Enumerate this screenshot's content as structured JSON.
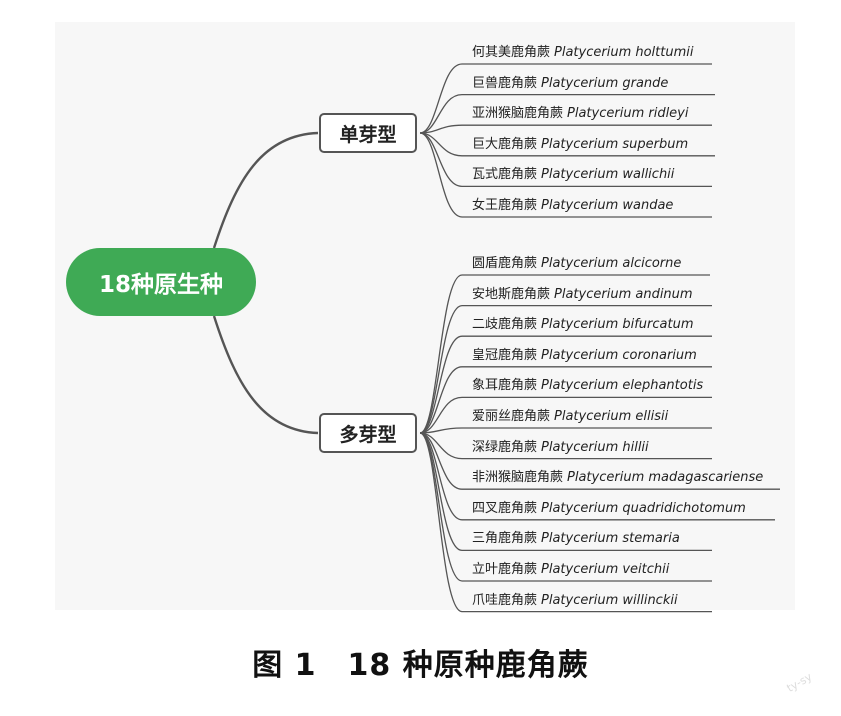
{
  "root": {
    "label": "18种原生种"
  },
  "branches": [
    {
      "label": "单芽型",
      "species": [
        {
          "cn": "何其美鹿角蕨",
          "latin": "Platycerium holttumii"
        },
        {
          "cn": "巨兽鹿角蕨",
          "latin": "Platycerium grande"
        },
        {
          "cn": "亚洲猴脑鹿角蕨",
          "latin": "Platycerium ridleyi"
        },
        {
          "cn": "巨大鹿角蕨",
          "latin": "Platycerium superbum"
        },
        {
          "cn": "瓦式鹿角蕨",
          "latin": "Platycerium wallichii"
        },
        {
          "cn": "女王鹿角蕨",
          "latin": "Platycerium wandae"
        }
      ]
    },
    {
      "label": "多芽型",
      "species": [
        {
          "cn": "圆盾鹿角蕨",
          "latin": "Platycerium alcicorne"
        },
        {
          "cn": "安地斯鹿角蕨",
          "latin": "Platycerium andinum"
        },
        {
          "cn": "二歧鹿角蕨",
          "latin": "Platycerium bifurcatum"
        },
        {
          "cn": "皇冠鹿角蕨",
          "latin": "Platycerium coronarium"
        },
        {
          "cn": "象耳鹿角蕨",
          "latin": "Platycerium elephantotis"
        },
        {
          "cn": "爱丽丝鹿角蕨",
          "latin": "Platycerium ellisii"
        },
        {
          "cn": "深绿鹿角蕨",
          "latin": "Platycerium hillii"
        },
        {
          "cn": "非洲猴脑鹿角蕨",
          "latin": "Platycerium madagascariense"
        },
        {
          "cn": "四叉鹿角蕨",
          "latin": "Platycerium quadridichotomum"
        },
        {
          "cn": "三角鹿角蕨",
          "latin": "Platycerium stemaria"
        },
        {
          "cn": "立叶鹿角蕨",
          "latin": "Platycerium veitchii"
        },
        {
          "cn": "爪哇鹿角蕨",
          "latin": "Platycerium willinckii"
        }
      ]
    }
  ],
  "caption": "图 1　18 种原种鹿角蕨",
  "watermark": "ty-sy",
  "colors": {
    "root_fill": "#3faa55",
    "line": "#555555",
    "panel": "#f7f7f7"
  }
}
